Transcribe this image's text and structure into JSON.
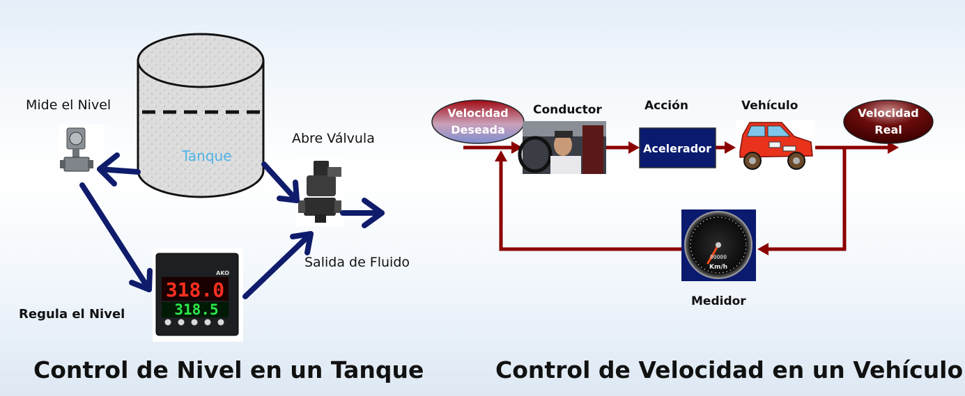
{
  "left": {
    "tank_label": "Tanque",
    "measure_label": "Mide el Nivel",
    "valve_label": "Abre Válvula",
    "output_label": "Salida de Fluido",
    "regulate_label": "Regula el Nivel",
    "controller_pv": "318.0",
    "controller_sp": "318.5",
    "controller_brand": "AKO",
    "heading": "Control de Nivel en un Tanque"
  },
  "right": {
    "desired_speed": [
      "Velocidad",
      "Deseada"
    ],
    "driver_label": "Conductor",
    "action_label": "Acción",
    "accelerator_label": "Acelerador",
    "vehicle_label": "Vehículo",
    "real_speed": [
      "Velocidad",
      "Real"
    ],
    "meter_label": "Medidor",
    "gauge_unit": "Km/h",
    "gauge_odometer": "00000",
    "heading": "Control de Velocidad en un Vehículo"
  },
  "colors": {
    "blue_arrow": "#0f1c6b",
    "red_line": "#8b0000",
    "accelerator_fill": "#0a1a6e",
    "tank_label_color": "#4fb4e6",
    "controller_red_digits": "#ff3020",
    "controller_green_digits": "#2ee84a"
  }
}
